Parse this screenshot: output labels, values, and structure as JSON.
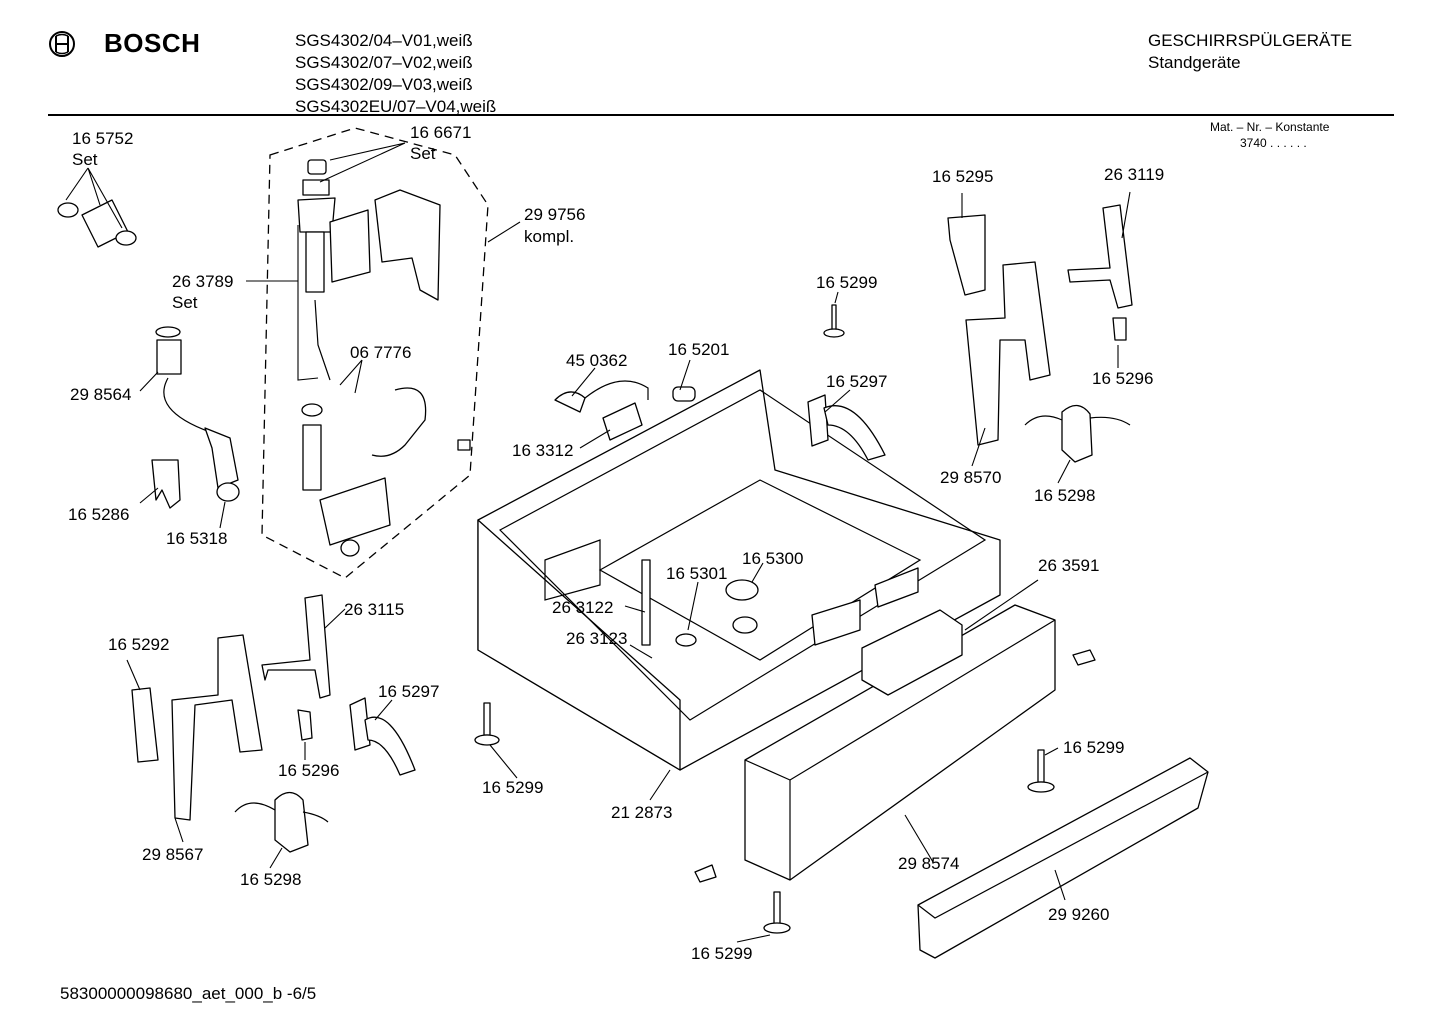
{
  "header": {
    "brand": "BOSCH",
    "models": [
      "SGS4302/04–V01,weiß",
      "SGS4302/07–V02,weiß",
      "SGS4302/09–V03,weiß",
      "SGS4302EU/07–V04,weiß"
    ],
    "category": "GESCHIRRSPÜLGERÄTE",
    "subcategory": "Standgeräte",
    "mat_line1": "Mat. – Nr. – Konstante",
    "mat_line2": "3740 . . . . . ."
  },
  "footer": {
    "doc_id": "58300000098680_aet_000_b  -6/5"
  },
  "parts": {
    "p1": "16 5752",
    "p1s": "Set",
    "p2": "16 6671",
    "p2s": "Set",
    "p3": "29 9756",
    "p3s": "kompl.",
    "p4": "26 3789",
    "p4s": "Set",
    "p5": "29 8564",
    "p6": "06 7776",
    "p7": "16 5286",
    "p8": "16 5318",
    "p9": "45 0362",
    "p10": "16 5201",
    "p11": "16 3312",
    "p12": "16 5299",
    "p13": "16 5297",
    "p14": "16 5295",
    "p15": "26 3119",
    "p16": "16 5296",
    "p17": "29 8570",
    "p18": "16 5298",
    "p19": "26 3591",
    "p20": "16 5300",
    "p21": "16 5301",
    "p22": "26 3122",
    "p23": "26 3123",
    "p24": "26 3115",
    "p25": "16 5292",
    "p26": "16 5297",
    "p27": "16 5296",
    "p28": "29 8567",
    "p29": "16 5298",
    "p30": "16 5299",
    "p31": "21 2873",
    "p32": "16 5299",
    "p33": "29 8574",
    "p34": "29 9260",
    "p35": "16 5299"
  }
}
